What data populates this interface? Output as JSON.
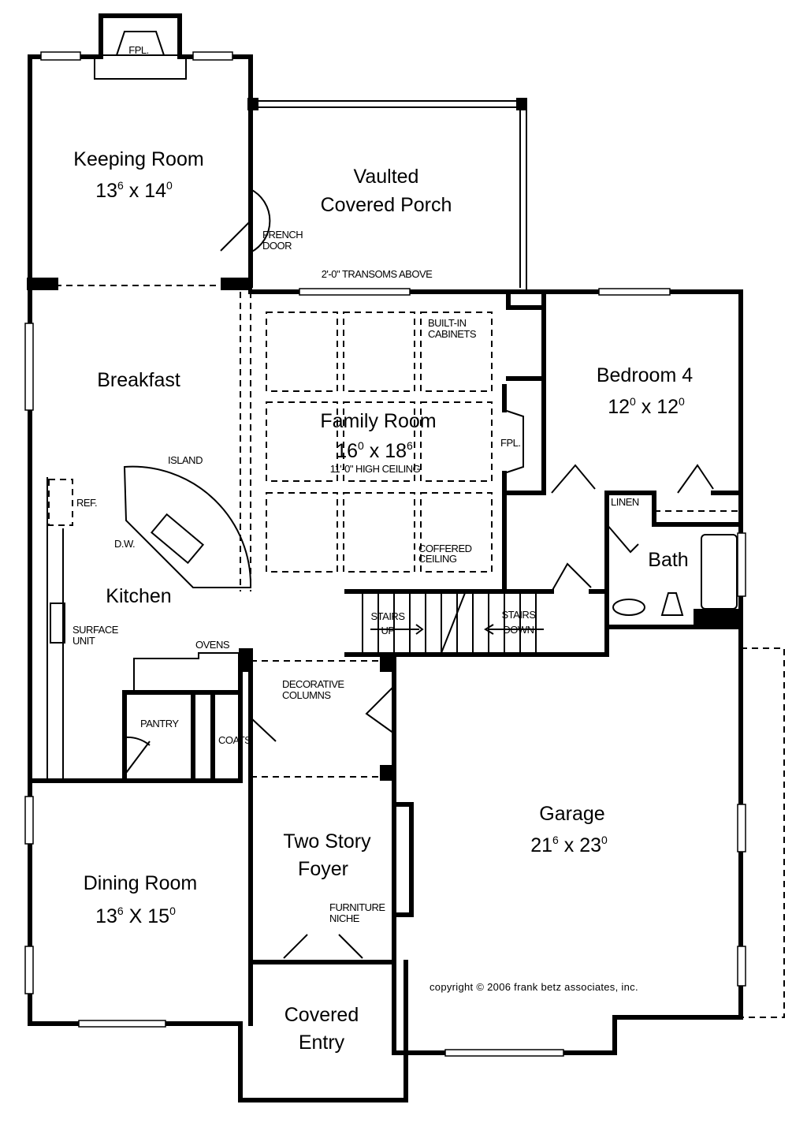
{
  "rooms": {
    "keeping": {
      "name": "Keeping Room",
      "w": "13",
      "wi": "6",
      "h": "14",
      "hi": "0"
    },
    "porch": {
      "line1": "Vaulted",
      "line2": "Covered Porch"
    },
    "breakfast": {
      "name": "Breakfast"
    },
    "family": {
      "name": "Family Room",
      "w": "16",
      "wi": "0",
      "h": "18",
      "hi": "6",
      "ceiling": "11'-0\" HIGH CEILING"
    },
    "bedroom4": {
      "name": "Bedroom 4",
      "w": "12",
      "wi": "0",
      "h": "12",
      "hi": "0"
    },
    "bath": {
      "name": "Bath"
    },
    "kitchen": {
      "name": "Kitchen"
    },
    "garage": {
      "name": "Garage",
      "w": "21",
      "wi": "6",
      "h": "23",
      "hi": "0"
    },
    "foyer": {
      "line1": "Two Story",
      "line2": "Foyer"
    },
    "dining": {
      "name": "Dining Room",
      "w": "13",
      "wi": "6",
      "h": "15",
      "hi": "0"
    },
    "entry": {
      "line1": "Covered",
      "line2": "Entry"
    }
  },
  "notes": {
    "fpl_top": "FPL.",
    "french_door_1": "FRENCH",
    "french_door_2": "DOOR",
    "transoms": "2'-0\" TRANSOMS ABOVE",
    "built_in_1": "BUILT-IN",
    "built_in_2": "CABINETS",
    "fpl_family": "FPL.",
    "coffered_1": "COFFERED",
    "coffered_2": "CEILING",
    "island": "ISLAND",
    "ref": "REF.",
    "dw": "D.W.",
    "surface_1": "SURFACE",
    "surface_2": "UNIT",
    "ovens": "OVENS",
    "pantry": "PANTRY",
    "coats": "COATS",
    "columns_1": "DECORATIVE",
    "columns_2": "COLUMNS",
    "linen": "LINEN",
    "stairs_up_1": "STAIRS",
    "stairs_up_2": "UP",
    "stairs_down_1": "STAIRS",
    "stairs_down_2": "DOWN",
    "niche_1": "FURNITURE",
    "niche_2": "NICHE"
  },
  "copyright": "copyright © 2006 frank betz associates, inc.",
  "colors": {
    "ink": "#000000",
    "paper": "#ffffff"
  }
}
